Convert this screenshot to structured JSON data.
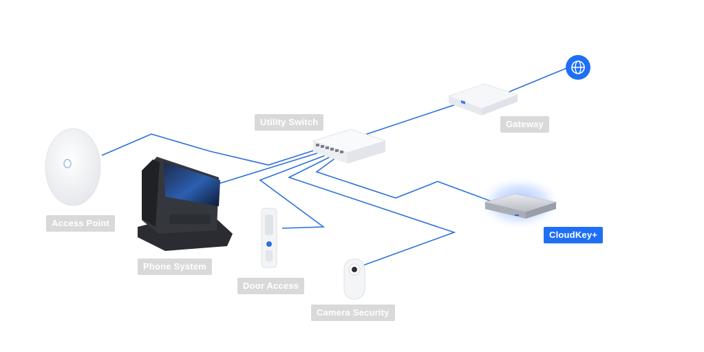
{
  "diagram": {
    "nodes": [
      {
        "id": "internet",
        "icon": "globe-icon",
        "label": ""
      },
      {
        "id": "gateway",
        "icon": "gateway-device",
        "label": "Gateway"
      },
      {
        "id": "utility_switch",
        "icon": "switch-device",
        "label": "Utility Switch"
      },
      {
        "id": "access_point",
        "icon": "access-point-device",
        "label": "Access Point"
      },
      {
        "id": "phone_system",
        "icon": "desk-phone-device",
        "label": "Phone System"
      },
      {
        "id": "door_access",
        "icon": "door-reader-device",
        "label": "Door Access"
      },
      {
        "id": "camera_security",
        "icon": "camera-device",
        "label": "Camera Security"
      },
      {
        "id": "cloudkey",
        "icon": "cloudkey-device",
        "label": "CloudKey+",
        "highlighted": true
      }
    ],
    "edges": [
      {
        "from": "internet",
        "to": "gateway"
      },
      {
        "from": "gateway",
        "to": "utility_switch"
      },
      {
        "from": "utility_switch",
        "to": "access_point"
      },
      {
        "from": "utility_switch",
        "to": "phone_system"
      },
      {
        "from": "utility_switch",
        "to": "door_access"
      },
      {
        "from": "utility_switch",
        "to": "camera_security"
      },
      {
        "from": "utility_switch",
        "to": "cloudkey"
      }
    ],
    "colors": {
      "link": "#2a6fdb",
      "label_bg": "#d9d9d9",
      "label_active_bg": "#1f6ff5",
      "globe": "#1f6ff5"
    }
  }
}
